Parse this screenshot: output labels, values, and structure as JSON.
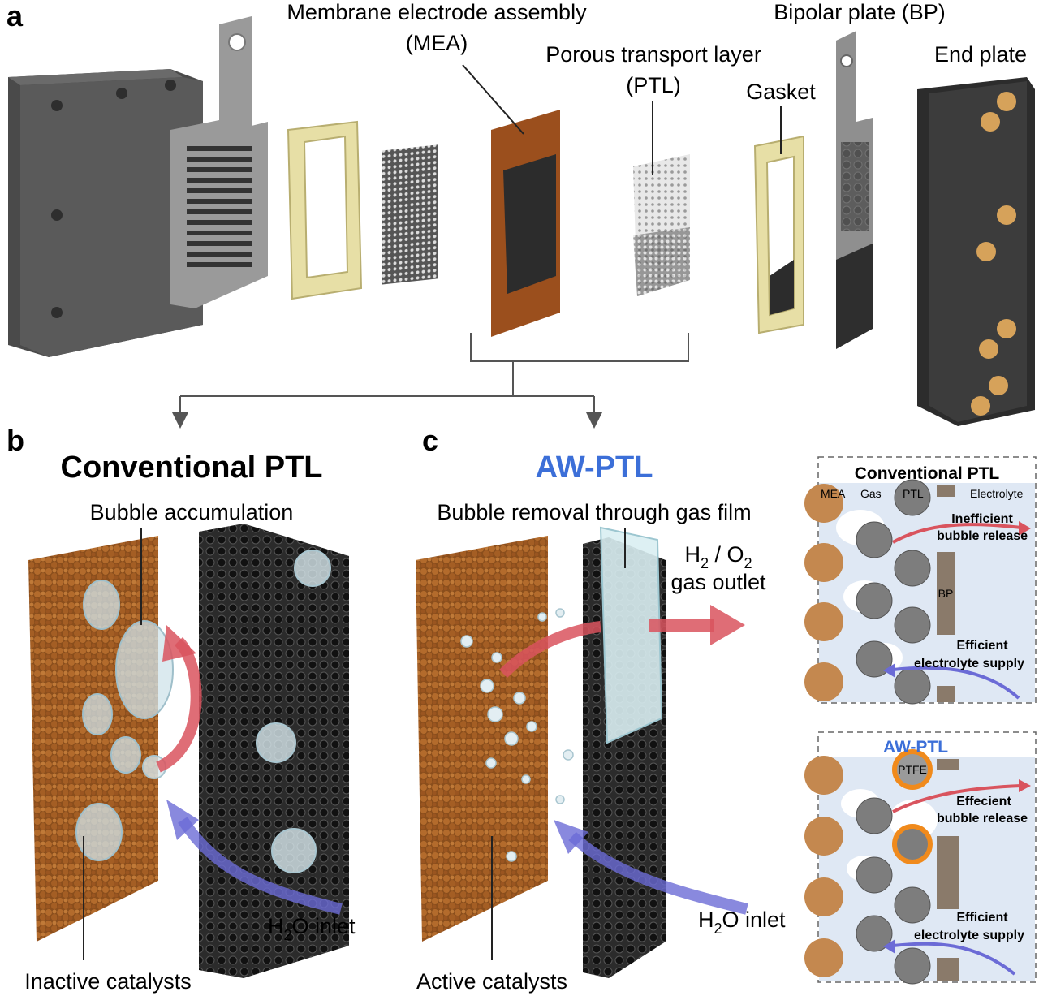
{
  "panel_a": {
    "letter": "a",
    "labels": {
      "mea_line1": "Membrane electrode assembly",
      "mea_line2": "(MEA)",
      "ptl_line1": "Porous transport layer",
      "ptl_line2": "(PTL)",
      "bp": "Bipolar plate (BP)",
      "gasket": "Gasket",
      "end_plate": "End plate"
    }
  },
  "panel_b": {
    "letter": "b",
    "title": "Conventional PTL",
    "bubble_label": "Bubble accumulation",
    "catalyst_label": "Inactive catalysts",
    "inlet_h": "H",
    "inlet_sub": "2",
    "inlet_rest": "O inlet"
  },
  "panel_c": {
    "letter": "c",
    "title": "AW-PTL",
    "bubble_label": "Bubble removal through gas film",
    "outlet_h": "H",
    "outlet_sub1": "2",
    "outlet_mid": " / O",
    "outlet_sub2": "2",
    "outlet_line2": "gas outlet",
    "catalyst_label": "Active catalysts",
    "inlet_h": "H",
    "inlet_sub": "2",
    "inlet_rest": "O inlet"
  },
  "inset_top": {
    "title": "Conventional PTL",
    "legend_mea": "MEA",
    "legend_gas": "Gas",
    "legend_ptl": "PTL",
    "legend_electrolyte": "Electrolyte",
    "release_1": "Inefficient",
    "release_2": "bubble release",
    "bp": "BP",
    "supply_1": "Efficient",
    "supply_2": "electrolyte supply"
  },
  "inset_bottom": {
    "title": "AW-PTL",
    "ptfe": "PTFE",
    "release_1": "Effecient",
    "release_2": "bubble release",
    "supply_1": "Efficient",
    "supply_2": "electrolyte supply"
  },
  "colors": {
    "catalyst": "#a8652a",
    "ptl_dark": "#3a3a3a",
    "red_arrow": "#d9545e",
    "blue_arrow": "#6b6bd6",
    "aw_blue": "#3c6fd8",
    "ptfe_orange": "#f08a1c",
    "electrolyte_bg": "#dfe8f4"
  }
}
